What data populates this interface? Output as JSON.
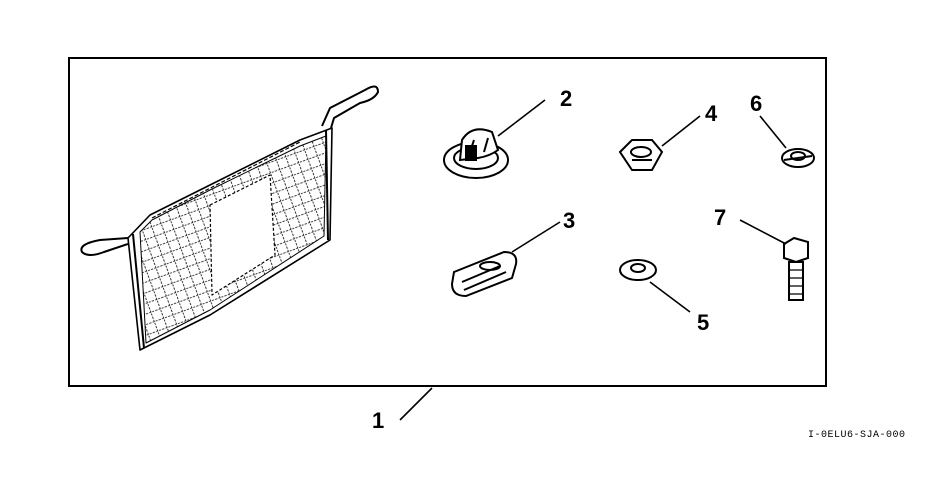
{
  "diagram": {
    "callouts": [
      {
        "id": "1",
        "label": "1"
      },
      {
        "id": "2",
        "label": "2"
      },
      {
        "id": "3",
        "label": "3"
      },
      {
        "id": "4",
        "label": "4"
      },
      {
        "id": "5",
        "label": "5"
      },
      {
        "id": "6",
        "label": "6"
      },
      {
        "id": "7",
        "label": "7"
      }
    ],
    "drawing_code": "I-0ELU6-SJA-000",
    "colors": {
      "ink": "#000000",
      "background": "#ffffff"
    }
  }
}
